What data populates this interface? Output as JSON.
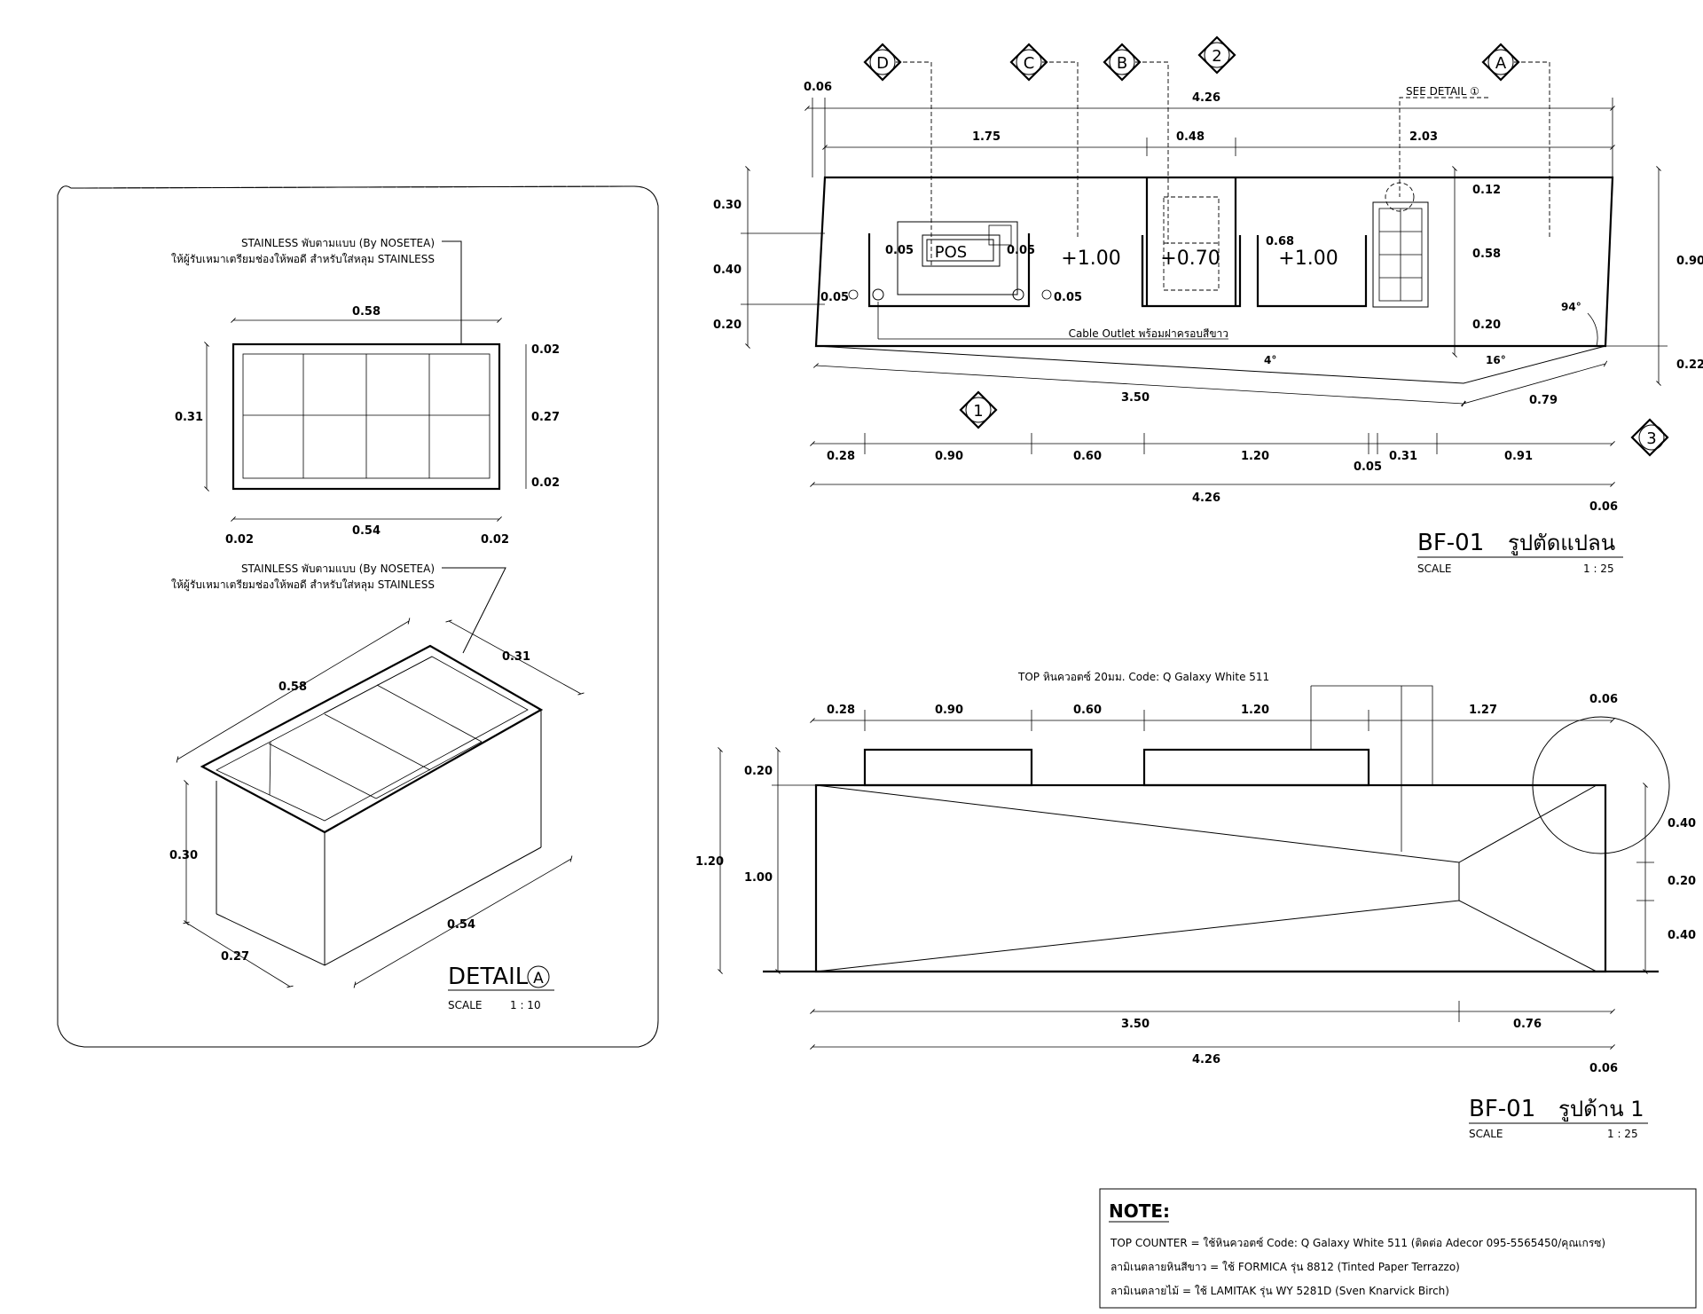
{
  "detail_a": {
    "title": "DETAIL",
    "tag": "A",
    "scale_label": "SCALE",
    "scale_value": "1 : 10",
    "callout_line1": "STAINLESS พับตามแบบ (By NOSETEA)",
    "callout_line2": "ให้ผู้รับเหมาเตรียมช่องให้พอดี สำหรับใส่หลุม STAINLESS",
    "plan_dims": {
      "top": "0.58",
      "left": "0.31",
      "right_top": "0.02",
      "right_mid": "0.27",
      "right_bot": "0.02",
      "bot_left": "0.02",
      "bot_mid": "0.54",
      "bot_right": "0.02"
    },
    "iso_dims": {
      "top_long": "0.58",
      "top_short": "0.31",
      "height": "0.30",
      "bot_short": "0.27",
      "bot_long": "0.54"
    }
  },
  "plan": {
    "title_code": "BF-01",
    "title_name": "รูปตัดแปลน",
    "scale_label": "SCALE",
    "scale_value": "1 : 25",
    "grid_tags": [
      "D",
      "C",
      "B",
      "2",
      "A"
    ],
    "section_tags": [
      "1",
      "3"
    ],
    "see_detail": "SEE DETAIL ①",
    "pos_label": "POS",
    "levels": [
      "+1.00",
      "+0.70",
      "+1.00"
    ],
    "cable_outlet": "Cable Outlet พร้อมฝาครอบสีขาว",
    "angles": [
      "94°",
      "4°",
      "16°"
    ],
    "top_dims": {
      "left_small": "0.06",
      "overall": "4.26",
      "d1": "1.75",
      "d2": "0.48",
      "d3": "2.03"
    },
    "left_dims": [
      "0.30",
      "0.40",
      "0.20"
    ],
    "inner_dims": {
      "a": "0.05",
      "b": "0.05",
      "c": "0.05",
      "d": "0.05",
      "e": "0.68",
      "f": "0.12",
      "g": "0.58",
      "h": "0.20"
    },
    "right_dims": {
      "r1": "0.90",
      "r2": "0.22"
    },
    "diag_dims": {
      "long": "3.50",
      "short": "0.79"
    },
    "bot_dims": [
      "0.28",
      "0.90",
      "0.60",
      "1.20",
      "0.05",
      "0.31",
      "0.91"
    ],
    "bot_overall": "4.26",
    "bot_right_small": "0.06"
  },
  "elevation": {
    "title_code": "BF-01",
    "title_name": "รูปด้าน 1",
    "scale_label": "SCALE",
    "scale_value": "1 : 25",
    "top_note": "TOP หินควอตซ์ 20มม. Code: Q Galaxy White 511",
    "top_dims": [
      "0.28",
      "0.90",
      "0.60",
      "1.20",
      "1.27"
    ],
    "top_right_small": "0.06",
    "left_dims": {
      "outer": "1.20",
      "upper": "0.20",
      "inner": "1.00"
    },
    "right_dims": [
      "0.40",
      "0.20",
      "0.40"
    ],
    "bot_dims": {
      "a": "3.50",
      "b": "0.76",
      "overall": "4.26",
      "small": "0.06"
    }
  },
  "note": {
    "heading": "NOTE:",
    "lines": [
      "TOP COUNTER = ใช้หินควอตซ์ Code: Q Galaxy White 511 (ติดต่อ Adecor 095-5565450/คุณเกรซ)",
      "ลามิเนตลายหินสีขาว = ใช้ FORMICA รุ่น 8812 (Tinted Paper Terrazzo)",
      "ลามิเนตลายไม้ = ใช้ LAMITAK รุ่น WY 5281D (Sven Knarvick Birch)"
    ]
  }
}
